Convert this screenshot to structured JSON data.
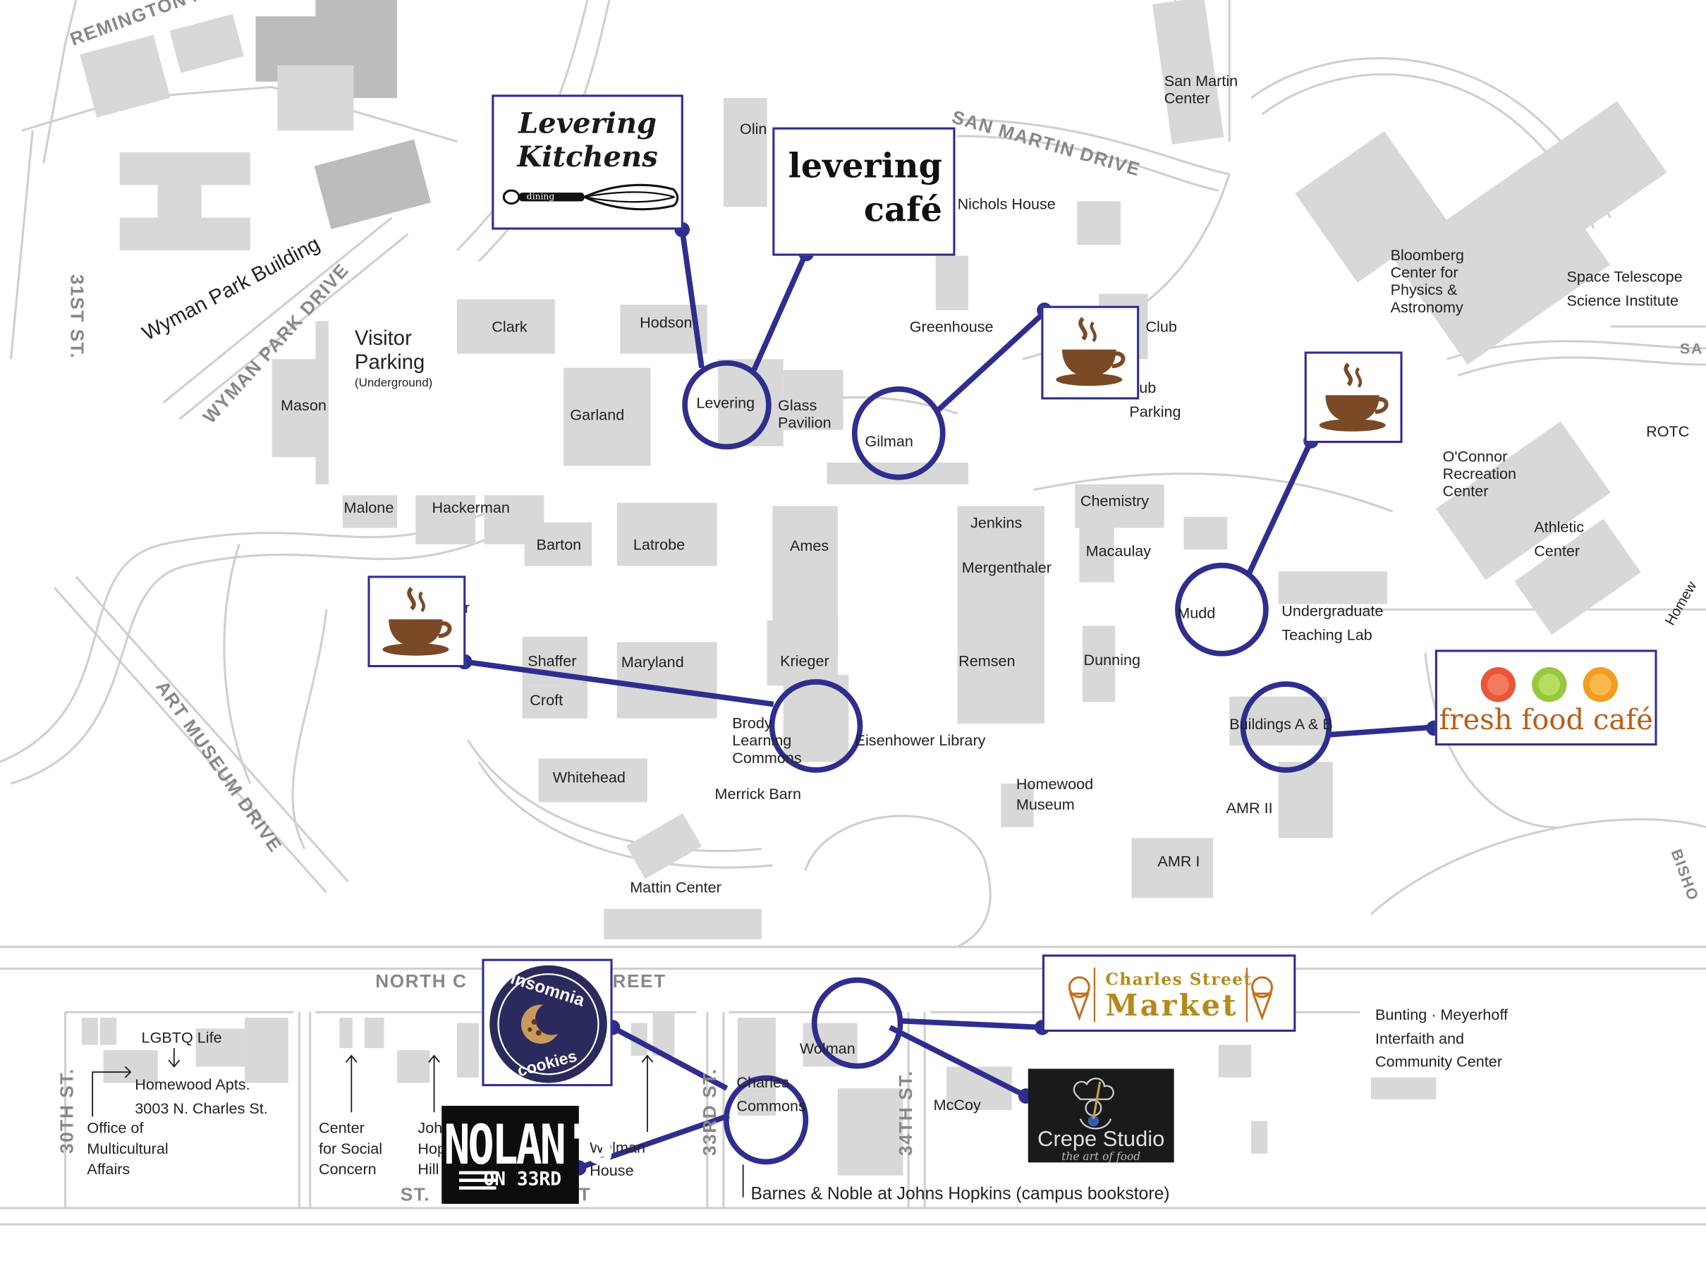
{
  "colors": {
    "accent": "#2e2e8f",
    "building": "#d8d8d8",
    "road": "#c8c8c8",
    "coffee": "#7a4a26"
  },
  "streets": {
    "remington": "REMINGTON A",
    "wyman_park_drive": "WYMAN PARK DRIVE",
    "st31": "31ST ST.",
    "san_martin_drive": "SAN MARTIN DRIVE",
    "art_museum_drive": "ART MUSEUM DRIVE",
    "north_charles_1": "NORTH C",
    "north_charles_2": "REET",
    "st30": "30TH ST.",
    "st33": "33RD ST.",
    "st34": "34TH ST.",
    "bottom_st_1": "ST.",
    "bottom_st_2": "T",
    "sa": "SA",
    "bish": "BISHO",
    "homew": "Homew"
  },
  "buildings": {
    "wyman_park_building": "Wyman Park Building",
    "visitor_parking": "Visitor",
    "visitor_parking_2": "Parking",
    "visitor_parking_sub": "(Underground)",
    "mason": "Mason",
    "clark": "Clark",
    "hodson": "Hodson",
    "olin": "Olin",
    "garland": "Garland",
    "levering": "Levering",
    "glass_pavilion": "Glass",
    "glass_pavilion_2": "Pavilion",
    "gilman": "Gilman",
    "greenhouse": "Greenhouse",
    "nichols_house": "Nichols House",
    "club": "Club",
    "club_parking_1": "ub",
    "club_parking_2": "Parking",
    "san_martin_center_1": "San Martin",
    "san_martin_center_2": "Center",
    "bloomberg": [
      "Bloomberg",
      "Center for",
      "Physics &",
      "Astronomy"
    ],
    "space_telescope_1": "Space Telescope",
    "space_telescope_2": "Science Institute",
    "rotc": "ROTC",
    "oconnor": [
      "O'Connor",
      "Recreation",
      "Center"
    ],
    "athletic_1": "Athletic",
    "athletic_2": "Center",
    "malone": "Malone",
    "hackerman": "Hackerman",
    "barton": "Barton",
    "latrobe": "Latrobe",
    "ames": "Ames",
    "jenkins": "Jenkins",
    "mergenthaler": "Mergenthaler",
    "chemistry": "Chemistry",
    "macaulay": "Macaulay",
    "mudd": "Mudd",
    "ugtl_1": "Undergraduate",
    "ugtl_2": "Teaching Lab",
    "shaffer": "Shaffer",
    "maryland": "Maryland",
    "krieger": "Krieger",
    "remsen": "Remsen",
    "dunning": "Dunning",
    "croft": "Croft",
    "brody_1": "Brody",
    "brody_2": "Learning",
    "brody_3": "Commons",
    "eisenhower": "Eisenhower Library",
    "buildings_ab": "Buildings A & B",
    "whitehead": "Whitehead",
    "merrick_barn": "Merrick Barn",
    "homewood_museum_1": "Homewood",
    "homewood_museum_2": "Museum",
    "amr_ii": "AMR II",
    "amr_i": "AMR I",
    "mattin_center": "Mattin Center",
    "r_fragment": "r",
    "lgbtq_life": "LGBTQ Life",
    "homewood_apts_1": "Homewood Apts.",
    "homewood_apts_2": "3003 N. Charles St.",
    "omsa": [
      "Office of",
      "Multicultural",
      "Affairs"
    ],
    "csc": [
      "Center",
      "for Social",
      "Concern"
    ],
    "jhh": [
      "Joh",
      "Hop",
      "Hill"
    ],
    "wolman_house_1": "Wolman",
    "wolman_house_2": "House",
    "charles_commons_1": "Charles",
    "charles_commons_2": "Commons",
    "wolman": "Wolman",
    "mccoy": "McCoy",
    "bunting": [
      "Bunting · Meyerhoff",
      "Interfaith and",
      "Community Center"
    ],
    "barnes_noble": "Barnes & Noble at Johns Hopkins (campus bookstore)"
  },
  "dining": {
    "levering_kitchens": {
      "line1": "Levering",
      "line2": "Kitchens",
      "tag": "dining"
    },
    "levering_cafe": {
      "line1": "levering",
      "line2": "café"
    },
    "fresh_food_cafe": {
      "name": "fresh food café"
    },
    "charles_street_market": {
      "line1": "Charles Street",
      "line2": "Market"
    },
    "crepe_studio": {
      "name": "Crepe Studio",
      "tagline": "the art of food"
    },
    "nolans": {
      "line1": "NOLAN'S",
      "line2": "ON 33RD"
    },
    "insomnia": {
      "line1": "insomnia",
      "line2": "cookies"
    }
  }
}
